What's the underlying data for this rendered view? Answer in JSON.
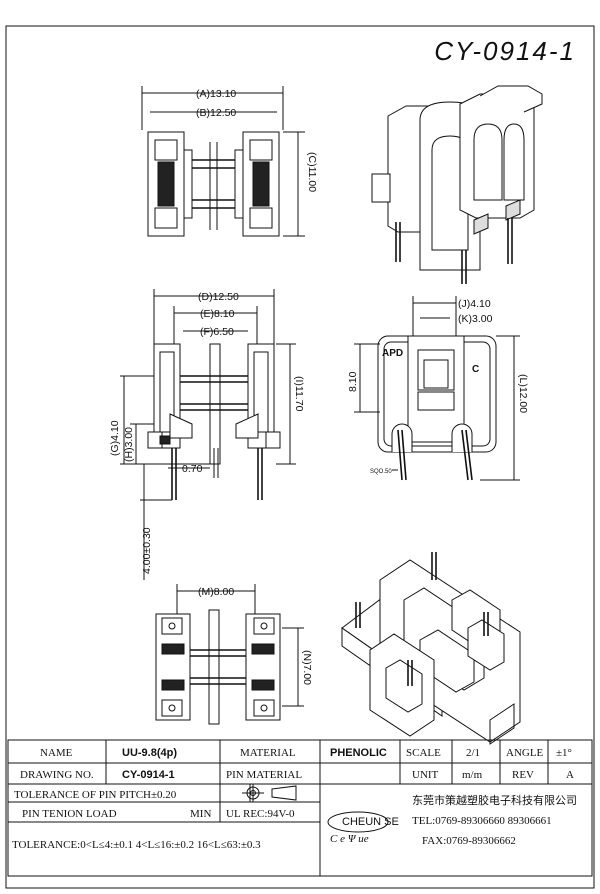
{
  "drawing_code": "CY-0914-1",
  "dimensions": {
    "A": "(A)13.10",
    "B": "(B)12.50",
    "C": "(C)11.00",
    "D": "(D)12.50",
    "E": "(E)8.10",
    "F": "(F)6.50",
    "I": "(I)11.70",
    "G": "(G)4.10",
    "H": "(H)3.00",
    "gap": "0.70",
    "pin_len": "4.00±0.30",
    "J": "(J)4.10",
    "K": "(K)3.00",
    "side_h": "8.10",
    "L": "(L)12.00",
    "M": "(M)8.00",
    "N": "(N)7.00",
    "label_apd": "APD",
    "label_c": "C",
    "sqo": "SQO.50"
  },
  "title_block": {
    "name_label": "NAME",
    "name_value": "UU-9.8(4p)",
    "material_label": "MATERIAL",
    "material_value": "PHENOLIC",
    "scale_label": "SCALE",
    "scale_value": "2/1",
    "angle_label": "ANGLE",
    "angle_value": "±1°",
    "drawing_no_label": "DRAWING NO.",
    "drawing_no_value": "CY-0914-1",
    "pin_material_label": "PIN MATERIAL",
    "unit_label": "UNIT",
    "unit_value": "m/m",
    "rev_label": "REV",
    "rev_value": "A",
    "tolerance_pitch": "TOLERANCE OF PIN PITCH±0.20",
    "pin_tension_label": "PIN TENION LOAD",
    "pin_tension_value": "MIN",
    "ul_rec": "UL REC:94V-0",
    "tolerance_general": "TOLERANCE:0<L≤4:±0.1   4<L≤16:±0.2   16<L≤63:±0.3",
    "company_cn": "东莞市策越塑胶电子科技有限公司",
    "tel": "TEL:0769-89306660 89306661",
    "fax": "FAX:0769-89306662",
    "logo_text": "CHEUN SE",
    "logo_letters": "C e Ψ ue"
  }
}
